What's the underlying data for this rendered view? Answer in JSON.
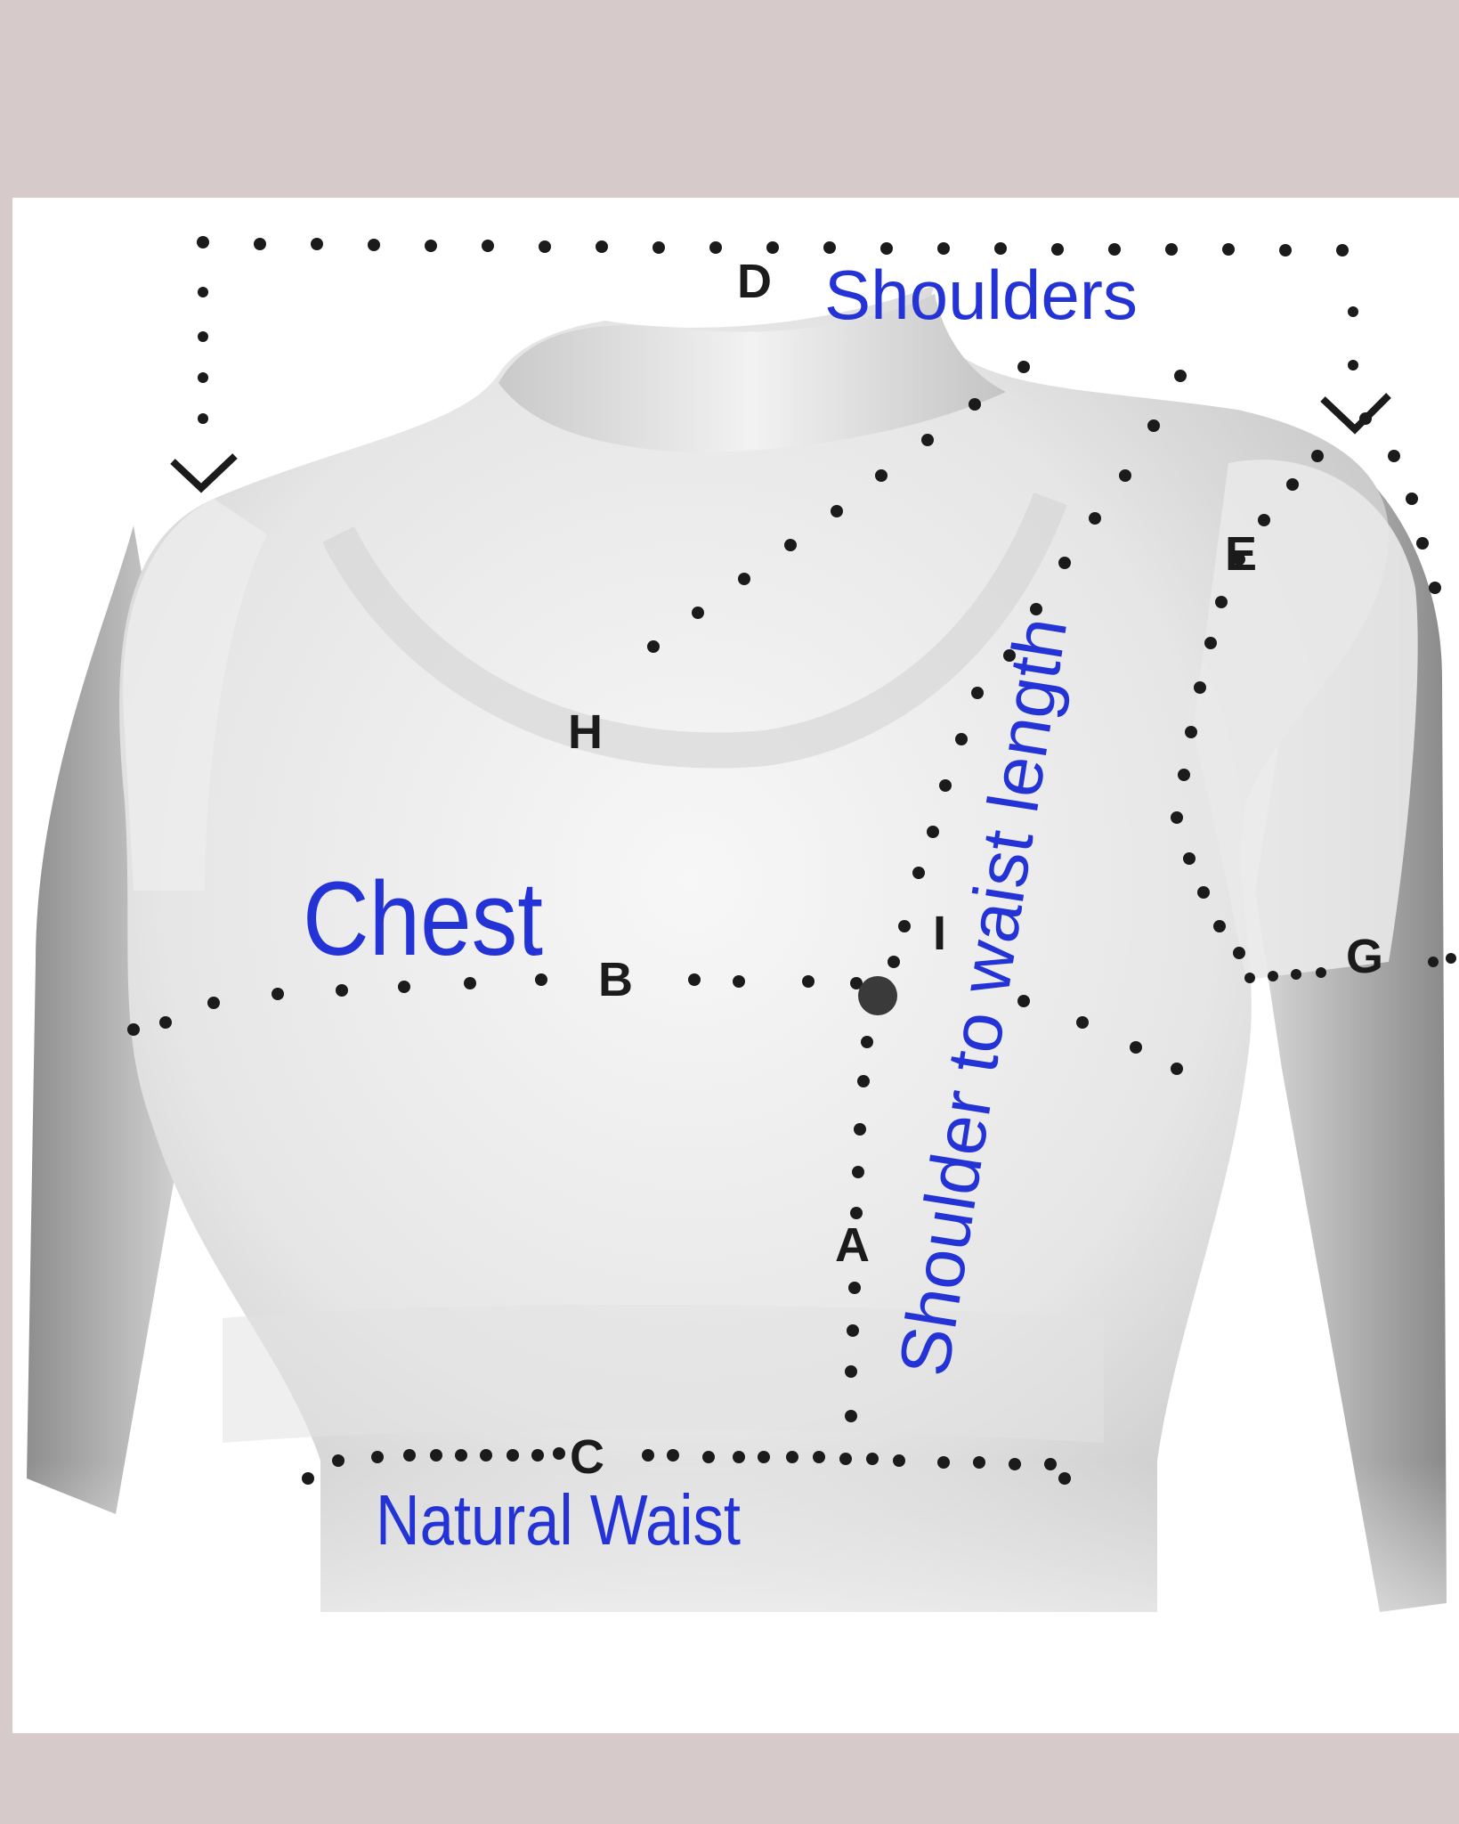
{
  "labels": {
    "shoulders": "Shoulders",
    "chest": "Chest",
    "natural_waist": "Natural Waist",
    "shoulder_to_waist": "Shoulder to waist length"
  },
  "codes": {
    "a": "A",
    "b": "B",
    "c": "C",
    "d": "D",
    "e": "E",
    "g": "G",
    "h": "H",
    "i": "I"
  },
  "colors": {
    "frame": "#d6cbca",
    "panel": "#ffffff",
    "annotation_blue": "#2433d6",
    "dots": "#1b1b1b"
  }
}
